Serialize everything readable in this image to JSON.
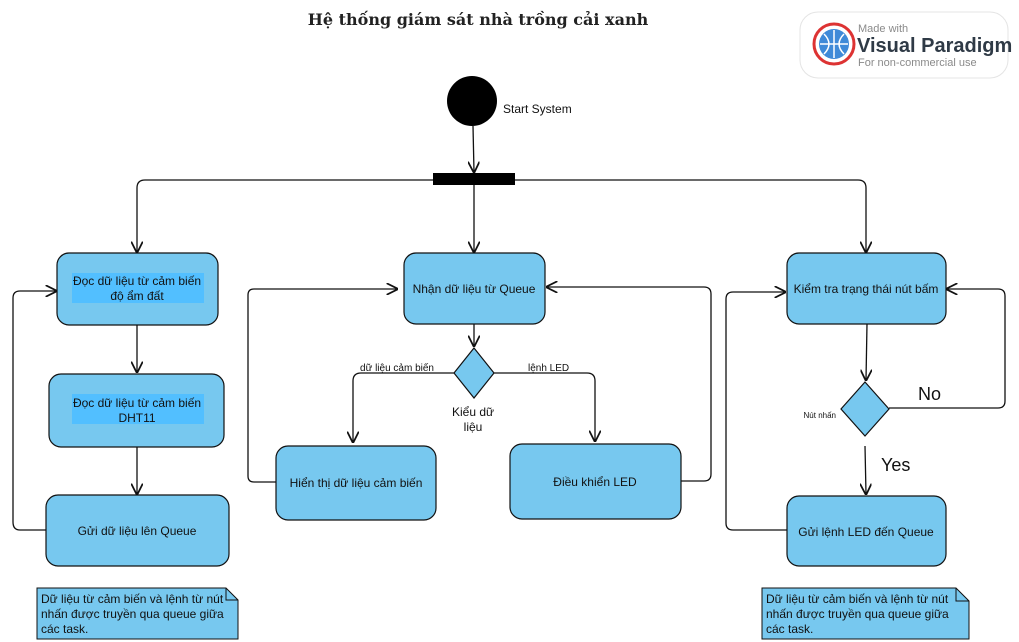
{
  "title": "Hệ thống giám sát nhà trồng cải xanh",
  "badge": {
    "line1": "Made with",
    "line2": "Visual Paradigm",
    "line3": "For non-commercial use"
  },
  "start": {
    "label": "Start System"
  },
  "nodes": {
    "read_soil": {
      "line1": "Đọc dữ liệu từ cảm biến",
      "line2": "độ ẩm đất"
    },
    "read_dht": {
      "line1": "Đọc dữ liệu từ cảm biến",
      "line2": "DHT11"
    },
    "send_queue": {
      "label": "Gửi dữ liệu lên Queue"
    },
    "receive_queue": {
      "label": "Nhận dữ liệu từ Queue"
    },
    "display_sensor": {
      "label": "Hiển thị dữ liệu cảm biến"
    },
    "control_led": {
      "label": "Điều khiển LED"
    },
    "check_button": {
      "label": "Kiểm tra trạng thái nút bấm"
    },
    "send_led": {
      "label": "Gửi lệnh LED đến Queue"
    }
  },
  "decisions": {
    "data_type": {
      "line1": "Kiểu dữ",
      "line2": "liệu",
      "left_label": "dữ liệu cảm biến",
      "right_label": "lệnh LED"
    },
    "button": {
      "label": "Nút nhấn",
      "yes_label": "Yes",
      "no_label": "No"
    }
  },
  "notes": [
    {
      "line1": "Dữ liệu từ cảm biến và lệnh từ nút",
      "line2": "nhấn được truyền qua queue giữa",
      "line3": "các task."
    },
    {
      "line1": "Dữ liệu từ cảm biến và lệnh từ nút",
      "line2": "nhấn được truyền qua queue giữa",
      "line3": "các task."
    }
  ],
  "colors": {
    "node_fill": "#77c8ef",
    "label_highlight": "#52bfff",
    "line": "#111111"
  }
}
